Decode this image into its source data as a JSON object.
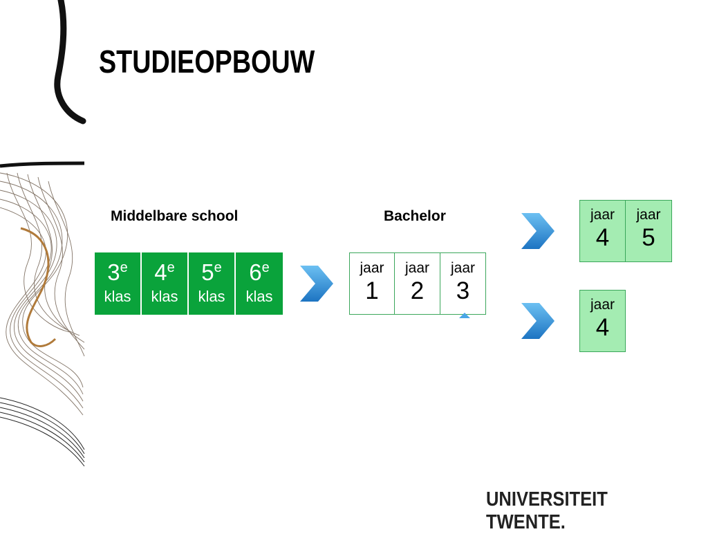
{
  "title": "STUDIEOPBOUW",
  "labels": {
    "school": "Middelbare school",
    "bachelor": "Bachelor"
  },
  "school": [
    {
      "num": "3",
      "sup": "e",
      "sub": "klas"
    },
    {
      "num": "4",
      "sup": "e",
      "sub": "klas"
    },
    {
      "num": "5",
      "sup": "e",
      "sub": "klas"
    },
    {
      "num": "6",
      "sup": "e",
      "sub": "klas"
    }
  ],
  "bachelor": [
    {
      "label": "jaar",
      "num": "1"
    },
    {
      "label": "jaar",
      "num": "2"
    },
    {
      "label": "jaar",
      "num": "3"
    }
  ],
  "master_long": [
    {
      "label": "jaar",
      "num": "4"
    },
    {
      "label": "jaar",
      "num": "5"
    }
  ],
  "master_short": [
    {
      "label": "jaar",
      "num": "4"
    }
  ],
  "logo": "UNIVERSITEIT TWENTE.",
  "colors": {
    "school_green": "#0aa33b",
    "light_green": "#a4ecb2",
    "border_green": "#3aa65a",
    "arrow_blue": "#2e8fd6"
  }
}
